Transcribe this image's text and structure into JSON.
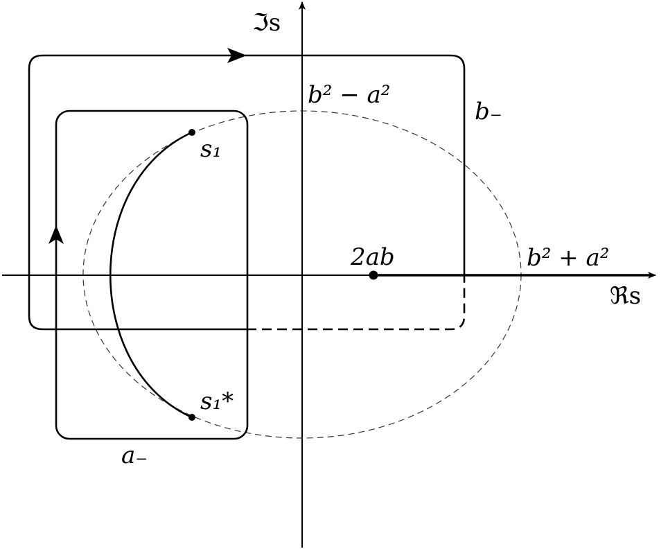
{
  "labels": {
    "imag_axis": "ℑs",
    "real_axis": "ℜs",
    "upper_point": "b² − a²",
    "right_point": "b² + a²",
    "center_point": "2ab",
    "branch_point_upper": "s₁",
    "branch_point_lower": "s₁*",
    "contour_b": "b₋",
    "contour_a": "a₋"
  },
  "colors": {
    "stroke": "#000000",
    "ellipse": "#333333",
    "background": "#ffffff"
  }
}
